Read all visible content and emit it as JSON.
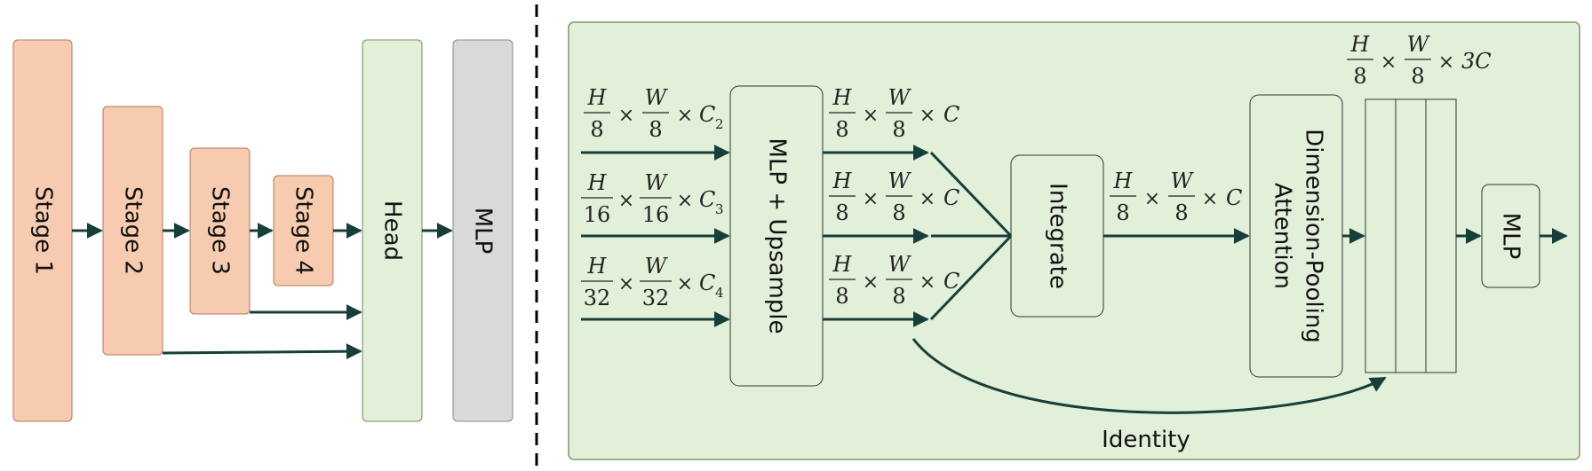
{
  "left_panel": {
    "stages": [
      "Stage 1",
      "Stage 2",
      "Stage 3",
      "Stage 4"
    ],
    "head_label": "Head",
    "mlp_label": "MLP"
  },
  "right_panel": {
    "mlp_upsample_label": "MLP + Upsample",
    "integrate_label": "Integrate",
    "attention_label_line1": "Dimension-Pooling",
    "attention_label_line2": "Attention",
    "mlp_label": "MLP",
    "identity_label": "Identity",
    "inputs": [
      {
        "num": "H",
        "den": "8",
        "num2": "W",
        "den2": "8",
        "ch": "C",
        "sub": "2"
      },
      {
        "num": "H",
        "den": "16",
        "num2": "W",
        "den2": "16",
        "ch": "C",
        "sub": "3"
      },
      {
        "num": "H",
        "den": "32",
        "num2": "W",
        "den2": "32",
        "ch": "C",
        "sub": "4"
      }
    ],
    "upsampled": {
      "num": "H",
      "den": "8",
      "num2": "W",
      "den2": "8",
      "ch": "C"
    },
    "integrated": {
      "num": "H",
      "den": "8",
      "num2": "W",
      "den2": "8",
      "ch": "C"
    },
    "concat": {
      "num": "H",
      "den": "8",
      "num2": "W",
      "den2": "8",
      "ch": "3C"
    },
    "times_symbol": "×"
  },
  "colors": {
    "stage_fill": "#f7cbb0",
    "stage_stroke": "#c98a68",
    "head_fill": "#e2efd9",
    "mlp_fill": "#d9d9d9",
    "panel_fill": "#e2efd9",
    "arrow": "#163f3a"
  }
}
